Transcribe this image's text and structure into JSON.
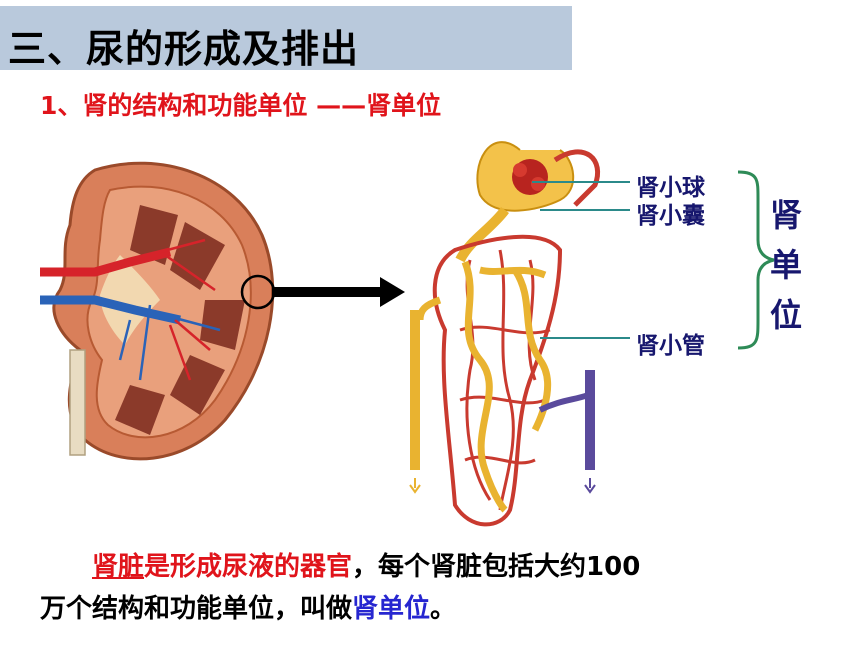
{
  "header": {
    "title": "三、尿的形成及排出"
  },
  "subtitle": {
    "prefix": "1、肾的结构和功能单位",
    "dash": " ——",
    "term": "肾单位"
  },
  "labels": {
    "glomerulus": "肾小球",
    "capsule": "肾小囊",
    "tubule": "肾小管",
    "nephron_chars": [
      "肾",
      "单",
      "位"
    ]
  },
  "paragraph": {
    "part1": "肾脏",
    "part2": "是形成尿液的器官",
    "part3": "，每个肾脏包括大约100",
    "part4": "万个结构和功能单位，叫做",
    "part5": "肾单位",
    "part6": "。"
  },
  "colors": {
    "accent_red": "#e0141b",
    "label_blue": "#17176e",
    "highlight_blue": "#2626d0",
    "title_bg": "#b9c9dc",
    "bracket_green": "#2e8b57"
  }
}
